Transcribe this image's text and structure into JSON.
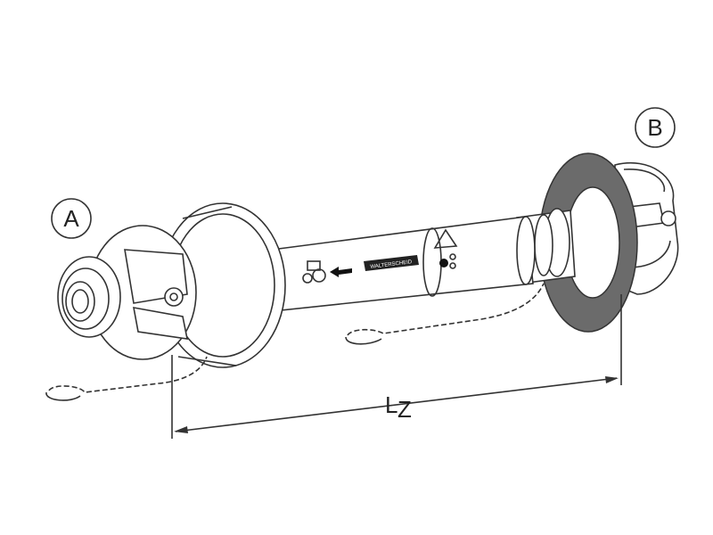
{
  "title": "PTO drive shaft with dimension Lz",
  "labels": {
    "end_a": "A",
    "end_b": "B",
    "dimension": "L",
    "dimension_sub": "Z"
  },
  "logo_text": "WALTERSCHEID",
  "colors": {
    "line": "#333333",
    "disc": "#6b6b6b",
    "background": "#ffffff"
  }
}
